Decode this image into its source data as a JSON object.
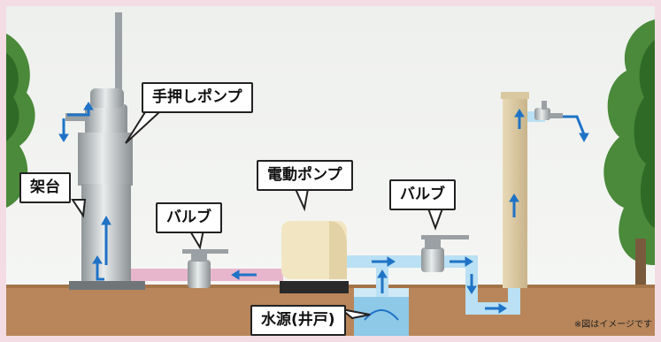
{
  "labels": {
    "hand_pump": "手押しポンプ",
    "stand": "架台",
    "valve_left": "バルブ",
    "electric_pump": "電動ポンプ",
    "valve_right": "バルブ",
    "water_source": "水源(井戸)"
  },
  "note": "※図はイメージです",
  "colors": {
    "frame": "#f3dce4",
    "ground": "#b8865a",
    "pipe_in": "#b9e0f4",
    "pipe_return": "#e8b6cc",
    "arrow": "#1f73c6",
    "foliage": "#4a8a3a"
  }
}
